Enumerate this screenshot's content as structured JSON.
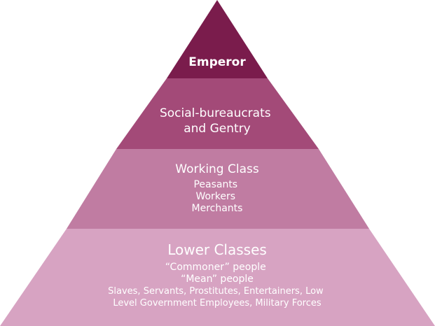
{
  "tiers": [
    {
      "title_lines": [
        "Emperor"
      ],
      "sub_lines": [],
      "color": "#7a1c4c"
    },
    {
      "title_lines": [
        "Social-bureaucrats",
        "and Gentry"
      ],
      "sub_lines": [],
      "color": "#a34a78"
    },
    {
      "title_lines": [
        "Working Class"
      ],
      "sub_lines": [
        "Peasants",
        "Workers",
        "Merchants"
      ],
      "color": "#c07ca2"
    },
    {
      "title_lines": [
        "Lower Classes"
      ],
      "sub_lines": [
        "“Commoner” people",
        "“Mean” people",
        "Slaves, Servants, Prostitutes, Entertainers, Low",
        "Level Government Employees, Military Forces"
      ],
      "color": "#d7a3c2"
    }
  ]
}
